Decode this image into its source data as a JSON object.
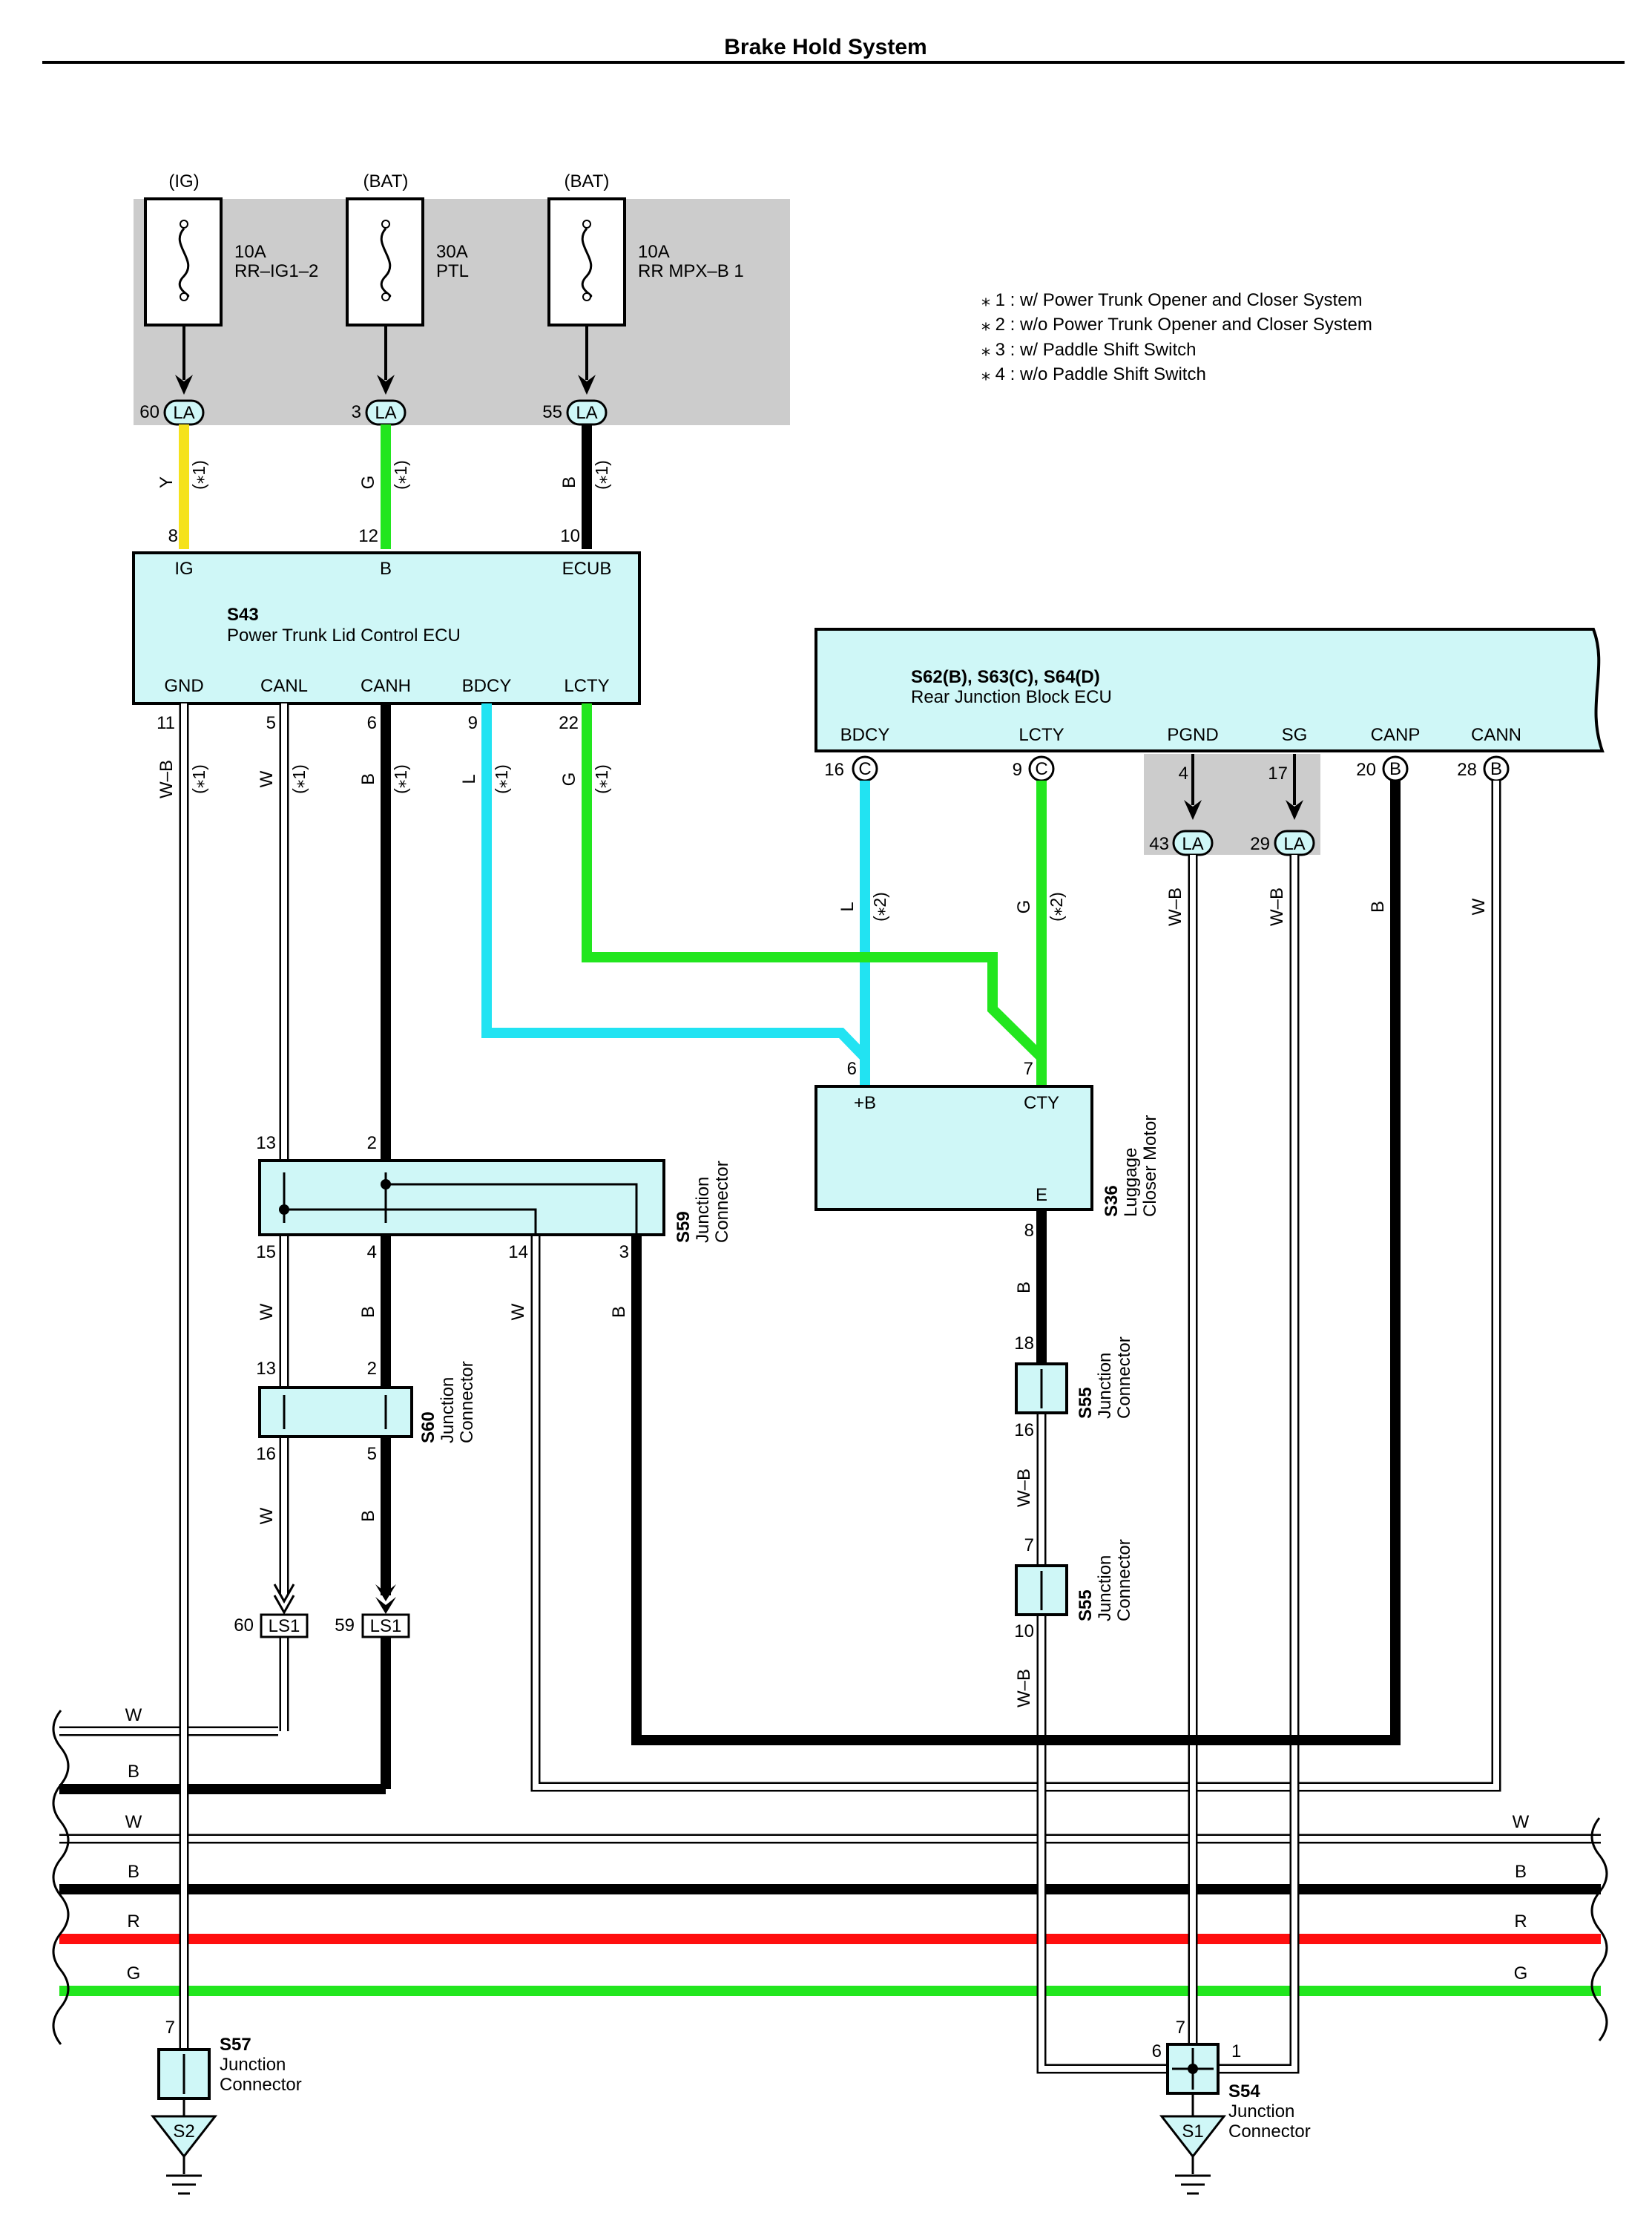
{
  "title": "Brake Hold System",
  "colors": {
    "yellow": "#f5e21b",
    "green": "#22e61e",
    "black": "#000000",
    "cyan": "#22e3f2",
    "red": "#ff0f0f",
    "white_wire": "#ffffff",
    "box_fill": "#cff7f7",
    "grey_block": "#cccccc"
  },
  "notes": [
    "⁎ 1 : w/ Power Trunk Opener and Closer System",
    "⁎ 2 : w/o Power Trunk Opener and Closer System",
    "⁎ 3 : w/ Paddle Shift Switch",
    "⁎ 4 : w/o Paddle Shift Switch"
  ],
  "fuses": [
    {
      "source": "(IG)",
      "amp": "10A",
      "name": "RR–IG1–2",
      "pin": "60",
      "conn": "LA",
      "wire": "Y",
      "note": "(⁎1)"
    },
    {
      "source": "(BAT)",
      "amp": "30A",
      "name": "PTL",
      "pin": "3",
      "conn": "LA",
      "wire": "G",
      "note": "(⁎1)"
    },
    {
      "source": "(BAT)",
      "amp": "10A",
      "name": "RR MPX–B 1",
      "pin": "55",
      "conn": "LA",
      "wire": "B",
      "note": "(⁎1)"
    }
  ],
  "ecu_s43": {
    "id": "S43",
    "name": "Power Trunk Lid Control ECU",
    "top_terms": [
      {
        "pin": "8",
        "label": "IG"
      },
      {
        "pin": "12",
        "label": "B"
      },
      {
        "pin": "10",
        "label": "ECUB"
      }
    ],
    "bottom_terms": [
      {
        "label": "GND",
        "pin": "11",
        "wire": "W–B",
        "note": "(⁎1)"
      },
      {
        "label": "CANL",
        "pin": "5",
        "wire": "W",
        "note": "(⁎1)"
      },
      {
        "label": "CANH",
        "pin": "6",
        "wire": "B",
        "note": "(⁎1)"
      },
      {
        "label": "BDCY",
        "pin": "9",
        "wire": "L",
        "note": "(⁎1)"
      },
      {
        "label": "LCTY",
        "pin": "22",
        "wire": "G",
        "note": "(⁎1)"
      }
    ]
  },
  "ecu_rear": {
    "id": "S62(B), S63(C), S64(D)",
    "name": "Rear Junction Block ECU",
    "terms": [
      {
        "label": "BDCY",
        "pin": "16",
        "conn": "C"
      },
      {
        "label": "LCTY",
        "pin": "9",
        "conn": "C"
      },
      {
        "label": "PGND",
        "pin": "4"
      },
      {
        "label": "SG",
        "pin": "17"
      },
      {
        "label": "CANP",
        "pin": "20",
        "conn": "B"
      },
      {
        "label": "CANN",
        "pin": "28",
        "conn": "B"
      }
    ],
    "la": [
      {
        "pin": "43",
        "conn": "LA",
        "wire": "W–B"
      },
      {
        "pin": "29",
        "conn": "LA",
        "wire": "W–B"
      }
    ],
    "canp_wire": "B",
    "cann_wire": "W"
  },
  "rear_wires": {
    "bdcy": {
      "wire": "L",
      "note": "(⁎2)"
    },
    "lcty": {
      "wire": "G",
      "note": "(⁎2)"
    }
  },
  "motor_s36": {
    "id": "S36",
    "name1": "Luggage",
    "name2": "Closer Motor",
    "top_pins": [
      {
        "pin": "6",
        "label": "+B"
      },
      {
        "pin": "7",
        "label": "CTY"
      }
    ],
    "e_label": "E",
    "e_pin": "8",
    "e_wire": "B"
  },
  "s59": {
    "id": "S59",
    "l1": "Junction",
    "l2": "Connector",
    "pins": {
      "p13": "13",
      "p2": "2",
      "p15": "15",
      "p4": "4",
      "p14": "14",
      "p3": "3"
    },
    "wires": {
      "w15": "W",
      "w4": "B",
      "w14": "W",
      "w3": "B"
    }
  },
  "s60": {
    "id": "S60",
    "l1": "Junction",
    "l2": "Connector",
    "pins": {
      "p13": "13",
      "p2": "2",
      "p16": "16",
      "p5": "5"
    },
    "wires": {
      "w16": "W",
      "w5": "B"
    }
  },
  "ls1": [
    {
      "pin": "60",
      "conn": "LS1"
    },
    {
      "pin": "59",
      "conn": "LS1"
    }
  ],
  "s55a": {
    "id": "S55",
    "l1": "Junction",
    "l2": "Connector",
    "top": "18",
    "bottom": "16",
    "wire": "W–B"
  },
  "s55b": {
    "id": "S55",
    "l1": "Junction",
    "l2": "Connector",
    "top": "7",
    "bottom": "10",
    "wire": "W–B"
  },
  "s57": {
    "id": "S57",
    "l1": "Junction",
    "l2": "Connector",
    "pin": "7",
    "ground": "S2"
  },
  "s54": {
    "id": "S54",
    "l1": "Junction",
    "l2": "Connector",
    "pin7": "7",
    "pin6": "6",
    "pin1": "1",
    "ground": "S1"
  },
  "bus": {
    "left": [
      "W",
      "B",
      "W",
      "B",
      "R",
      "G"
    ],
    "right": [
      "W",
      "B",
      "R",
      "G"
    ]
  }
}
